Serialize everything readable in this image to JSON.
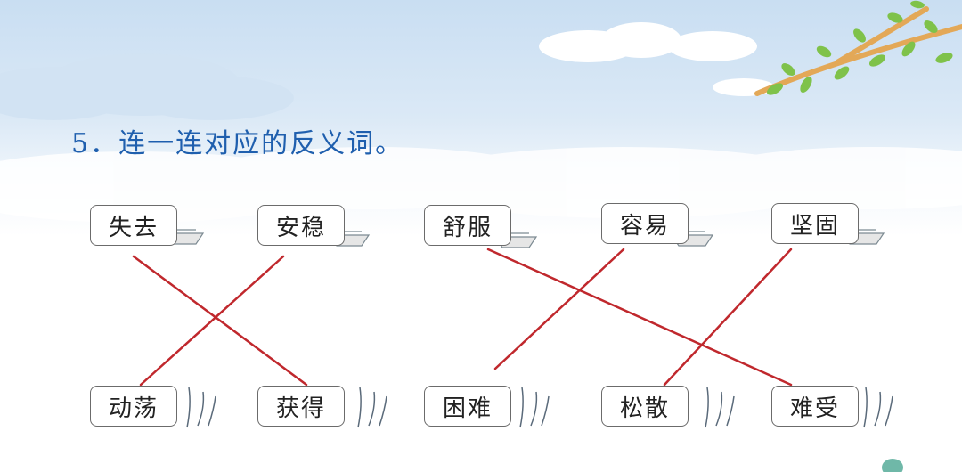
{
  "question": {
    "title": "5．连一连对应的反义词。"
  },
  "top_words": [
    {
      "label": "失去"
    },
    {
      "label": "安稳"
    },
    {
      "label": "舒服"
    },
    {
      "label": "容易"
    },
    {
      "label": "坚固"
    }
  ],
  "bottom_words": [
    {
      "label": "动荡"
    },
    {
      "label": "获得"
    },
    {
      "label": "困难"
    },
    {
      "label": "松散"
    },
    {
      "label": "难受"
    }
  ],
  "matches": [
    {
      "top": "失去",
      "bottom": "获得"
    },
    {
      "top": "安稳",
      "bottom": "动荡"
    },
    {
      "top": "舒服",
      "bottom": "难受"
    },
    {
      "top": "容易",
      "bottom": "困难"
    },
    {
      "top": "坚固",
      "bottom": "松散"
    }
  ],
  "colors": {
    "title": "#1f5fae",
    "connector": "#c0282d",
    "sky": "#d5e6f6"
  }
}
